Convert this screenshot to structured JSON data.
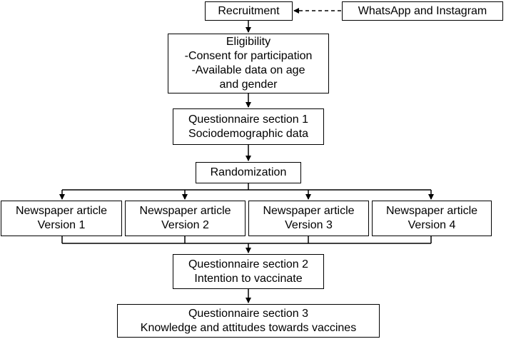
{
  "flowchart": {
    "recruitment": {
      "label": "Recruitment"
    },
    "source": {
      "label": "WhatsApp and Instagram"
    },
    "eligibility": {
      "lines": [
        "Eligibility",
        "-Consent for participation",
        "-Available data on age",
        "and gender"
      ]
    },
    "questionnaire1": {
      "lines": [
        "Questionnaire section 1",
        "Sociodemographic data"
      ]
    },
    "randomization": {
      "label": "Randomization"
    },
    "articles": [
      {
        "lines": [
          "Newspaper article",
          "Version 1"
        ]
      },
      {
        "lines": [
          "Newspaper article",
          "Version 2"
        ]
      },
      {
        "lines": [
          "Newspaper article",
          "Version 3"
        ]
      },
      {
        "lines": [
          "Newspaper article",
          "Version 4"
        ]
      }
    ],
    "questionnaire2": {
      "lines": [
        "Questionnaire section 2",
        "Intention to vaccinate"
      ]
    },
    "questionnaire3": {
      "lines": [
        "Questionnaire section 3",
        "Knowledge and attitudes towards vaccines"
      ]
    }
  }
}
